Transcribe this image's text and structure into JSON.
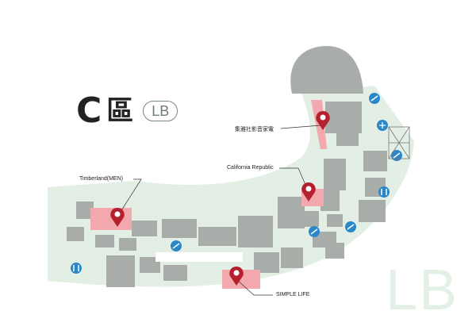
{
  "zone": {
    "letter": "C",
    "char": "區",
    "floor_badge": "LB"
  },
  "watermark": "LB",
  "stores": [
    {
      "name": "集雅社影音家電"
    },
    {
      "name": "California Republic"
    },
    {
      "name": "Timberland(MEN)"
    },
    {
      "name": "SIMPLE LIFE"
    }
  ],
  "colors": {
    "floor": "#e3efe4",
    "building": "#a9ada9",
    "highlight": "#f2a8ac",
    "pin": "#b5202e",
    "amenity": "#2a87c9"
  },
  "amenities": [
    "restroom-icon",
    "escalator-icon",
    "elevator-icon",
    "stairs-icon"
  ]
}
